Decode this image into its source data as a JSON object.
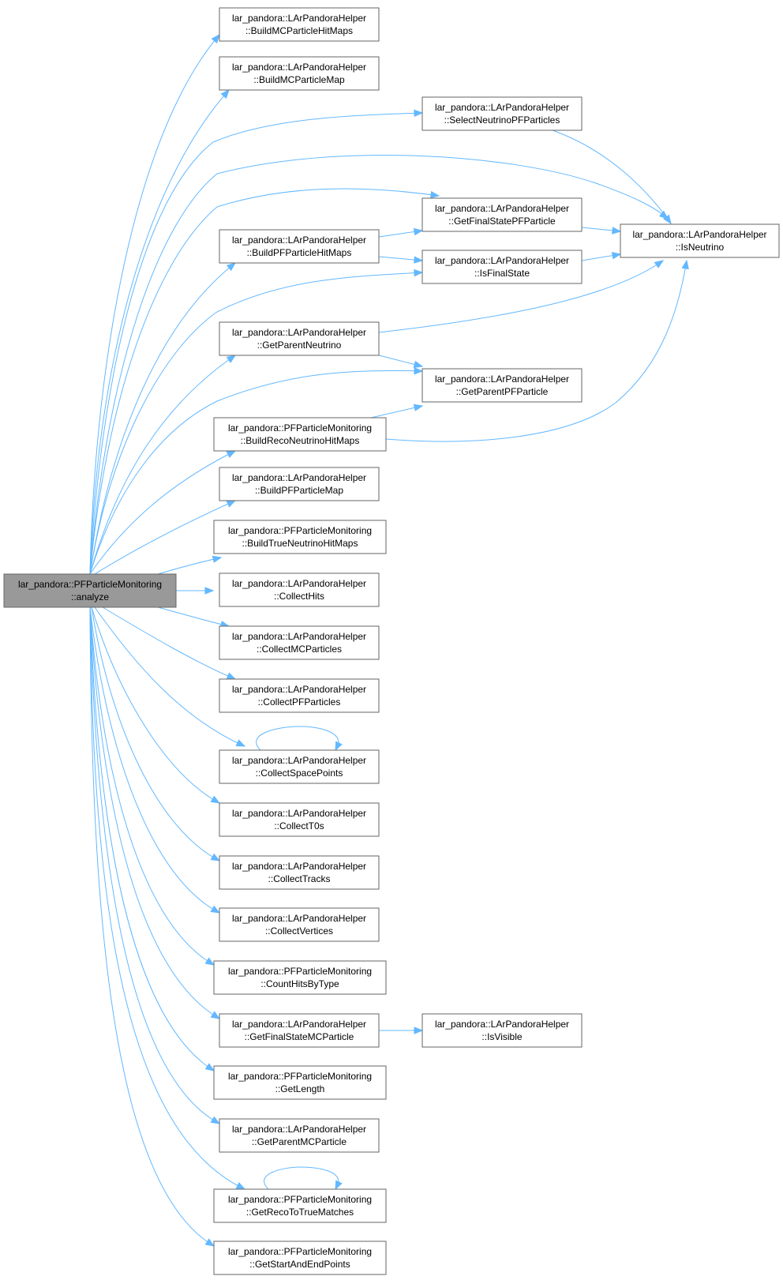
{
  "diagram": {
    "colors": {
      "background": "#ffffff",
      "node_fill": "#ffffff",
      "root_fill": "#999999",
      "node_border": "#666666",
      "edge": "#63b8ff",
      "text": "#000000"
    },
    "nodes": [
      {
        "id": "analyze",
        "line1": "lar_pandora::PFParticleMonitoring",
        "line2": "::analyze",
        "root": true
      },
      {
        "id": "BuildMCParticleHitMaps",
        "line1": "lar_pandora::LArPandoraHelper",
        "line2": "::BuildMCParticleHitMaps"
      },
      {
        "id": "BuildMCParticleMap",
        "line1": "lar_pandora::LArPandoraHelper",
        "line2": "::BuildMCParticleMap"
      },
      {
        "id": "SelectNeutrinoPFParticles",
        "line1": "lar_pandora::LArPandoraHelper",
        "line2": "::SelectNeutrinoPFParticles"
      },
      {
        "id": "GetFinalStatePFParticle",
        "line1": "lar_pandora::LArPandoraHelper",
        "line2": "::GetFinalStatePFParticle"
      },
      {
        "id": "IsNeutrino",
        "line1": "lar_pandora::LArPandoraHelper",
        "line2": "::IsNeutrino"
      },
      {
        "id": "BuildPFParticleHitMaps",
        "line1": "lar_pandora::LArPandoraHelper",
        "line2": "::BuildPFParticleHitMaps"
      },
      {
        "id": "IsFinalState",
        "line1": "lar_pandora::LArPandoraHelper",
        "line2": "::IsFinalState"
      },
      {
        "id": "GetParentNeutrino",
        "line1": "lar_pandora::LArPandoraHelper",
        "line2": "::GetParentNeutrino"
      },
      {
        "id": "GetParentPFParticle",
        "line1": "lar_pandora::LArPandoraHelper",
        "line2": "::GetParentPFParticle"
      },
      {
        "id": "BuildRecoNeutrinoHitMaps",
        "line1": "lar_pandora::PFParticleMonitoring",
        "line2": "::BuildRecoNeutrinoHitMaps"
      },
      {
        "id": "BuildPFParticleMap",
        "line1": "lar_pandora::LArPandoraHelper",
        "line2": "::BuildPFParticleMap"
      },
      {
        "id": "BuildTrueNeutrinoHitMaps",
        "line1": "lar_pandora::PFParticleMonitoring",
        "line2": "::BuildTrueNeutrinoHitMaps"
      },
      {
        "id": "CollectHits",
        "line1": "lar_pandora::LArPandoraHelper",
        "line2": "::CollectHits"
      },
      {
        "id": "CollectMCParticles",
        "line1": "lar_pandora::LArPandoraHelper",
        "line2": "::CollectMCParticles"
      },
      {
        "id": "CollectPFParticles",
        "line1": "lar_pandora::LArPandoraHelper",
        "line2": "::CollectPFParticles"
      },
      {
        "id": "CollectSpacePoints",
        "line1": "lar_pandora::LArPandoraHelper",
        "line2": "::CollectSpacePoints"
      },
      {
        "id": "CollectT0s",
        "line1": "lar_pandora::LArPandoraHelper",
        "line2": "::CollectT0s"
      },
      {
        "id": "CollectTracks",
        "line1": "lar_pandora::LArPandoraHelper",
        "line2": "::CollectTracks"
      },
      {
        "id": "CollectVertices",
        "line1": "lar_pandora::LArPandoraHelper",
        "line2": "::CollectVertices"
      },
      {
        "id": "CountHitsByType",
        "line1": "lar_pandora::PFParticleMonitoring",
        "line2": "::CountHitsByType"
      },
      {
        "id": "GetFinalStateMCParticle",
        "line1": "lar_pandora::LArPandoraHelper",
        "line2": "::GetFinalStateMCParticle"
      },
      {
        "id": "IsVisible",
        "line1": "lar_pandora::LArPandoraHelper",
        "line2": "::IsVisible"
      },
      {
        "id": "GetLength",
        "line1": "lar_pandora::PFParticleMonitoring",
        "line2": "::GetLength"
      },
      {
        "id": "GetParentMCParticle",
        "line1": "lar_pandora::LArPandoraHelper",
        "line2": "::GetParentMCParticle"
      },
      {
        "id": "GetRecoToTrueMatches",
        "line1": "lar_pandora::PFParticleMonitoring",
        "line2": "::GetRecoToTrueMatches"
      },
      {
        "id": "GetStartAndEndPoints",
        "line1": "lar_pandora::PFParticleMonitoring",
        "line2": "::GetStartAndEndPoints"
      }
    ],
    "edges": [
      {
        "from": "analyze",
        "to": "BuildMCParticleHitMaps"
      },
      {
        "from": "analyze",
        "to": "BuildMCParticleMap"
      },
      {
        "from": "analyze",
        "to": "SelectNeutrinoPFParticles"
      },
      {
        "from": "analyze",
        "to": "IsNeutrino"
      },
      {
        "from": "analyze",
        "to": "GetFinalStatePFParticle"
      },
      {
        "from": "analyze",
        "to": "BuildPFParticleHitMaps"
      },
      {
        "from": "analyze",
        "to": "IsFinalState"
      },
      {
        "from": "analyze",
        "to": "GetParentNeutrino"
      },
      {
        "from": "analyze",
        "to": "GetParentPFParticle"
      },
      {
        "from": "analyze",
        "to": "BuildRecoNeutrinoHitMaps"
      },
      {
        "from": "analyze",
        "to": "BuildPFParticleMap"
      },
      {
        "from": "analyze",
        "to": "BuildTrueNeutrinoHitMaps"
      },
      {
        "from": "analyze",
        "to": "CollectHits"
      },
      {
        "from": "analyze",
        "to": "CollectMCParticles"
      },
      {
        "from": "analyze",
        "to": "CollectPFParticles"
      },
      {
        "from": "analyze",
        "to": "CollectSpacePoints"
      },
      {
        "from": "analyze",
        "to": "CollectT0s"
      },
      {
        "from": "analyze",
        "to": "CollectTracks"
      },
      {
        "from": "analyze",
        "to": "CollectVertices"
      },
      {
        "from": "analyze",
        "to": "CountHitsByType"
      },
      {
        "from": "analyze",
        "to": "GetFinalStateMCParticle"
      },
      {
        "from": "analyze",
        "to": "GetLength"
      },
      {
        "from": "analyze",
        "to": "GetParentMCParticle"
      },
      {
        "from": "analyze",
        "to": "GetRecoToTrueMatches"
      },
      {
        "from": "analyze",
        "to": "GetStartAndEndPoints"
      },
      {
        "from": "SelectNeutrinoPFParticles",
        "to": "IsNeutrino"
      },
      {
        "from": "GetFinalStatePFParticle",
        "to": "IsNeutrino"
      },
      {
        "from": "IsFinalState",
        "to": "IsNeutrino"
      },
      {
        "from": "BuildPFParticleHitMaps",
        "to": "GetFinalStatePFParticle"
      },
      {
        "from": "BuildPFParticleHitMaps",
        "to": "IsFinalState"
      },
      {
        "from": "GetParentNeutrino",
        "to": "IsNeutrino"
      },
      {
        "from": "GetParentNeutrino",
        "to": "GetParentPFParticle"
      },
      {
        "from": "BuildRecoNeutrinoHitMaps",
        "to": "GetParentPFParticle"
      },
      {
        "from": "BuildRecoNeutrinoHitMaps",
        "to": "IsNeutrino"
      },
      {
        "from": "CollectSpacePoints",
        "to": "CollectSpacePoints"
      },
      {
        "from": "GetFinalStateMCParticle",
        "to": "IsVisible"
      },
      {
        "from": "GetRecoToTrueMatches",
        "to": "GetRecoToTrueMatches"
      }
    ]
  }
}
